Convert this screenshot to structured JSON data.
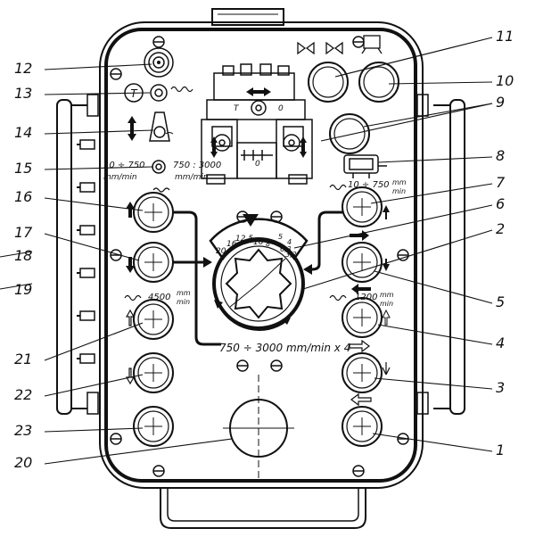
{
  "callouts_left": [
    "12",
    "13",
    "14",
    "15",
    "16",
    "17",
    "18",
    "19",
    "21",
    "22",
    "23",
    "20"
  ],
  "callouts_right": [
    "11",
    "10",
    "9",
    "8",
    "7",
    "6",
    "2",
    "5",
    "4",
    "3",
    "1"
  ],
  "speed_labels": {
    "feed_range_low": "10 ÷ 750",
    "feed_unit_low": "mm/min",
    "feed_range_high": "750 : 3000",
    "feed_unit_high": "mm/min",
    "right_upper_range": "10 ÷ 750",
    "right_upper_unit_top": "mm",
    "right_upper_unit_bottom": "min",
    "rapid_left": "4500",
    "rapid_left_unit_top": "mm",
    "rapid_left_unit_bottom": "min",
    "rapid_right": "1200",
    "rapid_right_unit_top": "mm",
    "rapid_right_unit_bottom": "min",
    "dial_caption": "750 ÷ 3000 mm/min x 4"
  },
  "dial_scale": [
    "20",
    "16",
    "12,5",
    "10",
    "8",
    "6,3",
    "5",
    "4",
    "3,2"
  ],
  "upper_block_marks": {
    "left": "T",
    "right": "0",
    "bottom": "0"
  },
  "t_symbol": "T"
}
